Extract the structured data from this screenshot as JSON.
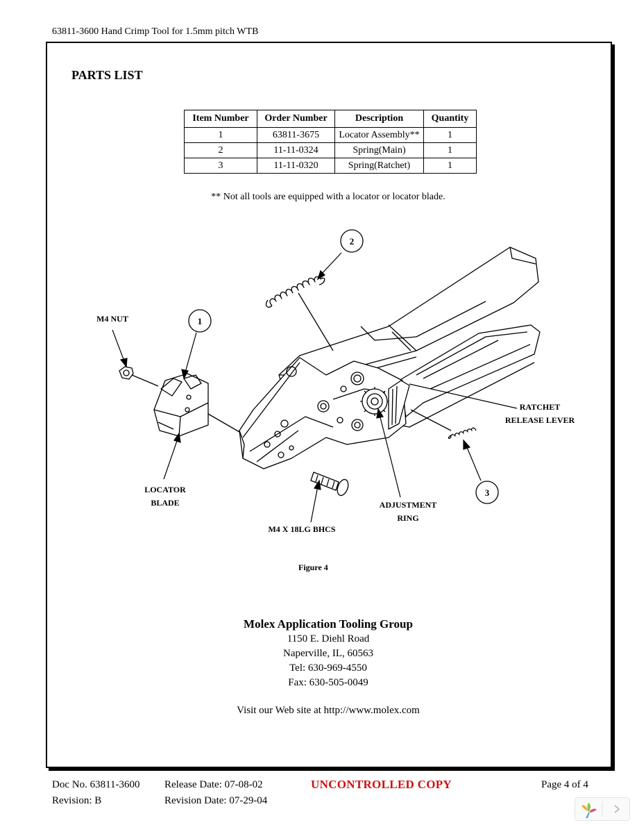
{
  "header": {
    "doc_title": "63811-3600 Hand Crimp Tool for 1.5mm pitch WTB"
  },
  "parts_list": {
    "heading": "PARTS LIST",
    "columns": [
      "Item Number",
      "Order Number",
      "Description",
      "Quantity"
    ],
    "rows": [
      {
        "item": "1",
        "order": "63811-3675",
        "description": "Locator Assembly**",
        "quantity": "1"
      },
      {
        "item": "2",
        "order": "11-11-0324",
        "description": "Spring(Main)",
        "quantity": "1"
      },
      {
        "item": "3",
        "order": "11-11-0320",
        "description": "Spring(Ratchet)",
        "quantity": "1"
      }
    ],
    "note": "** Not all tools are equipped with a locator or locator blade."
  },
  "figure": {
    "callouts": [
      "1",
      "2",
      "3"
    ],
    "labels": {
      "m4_nut": "M4 NUT",
      "locator_blade": [
        "LOCATOR",
        "BLADE"
      ],
      "bhcs": "M4 X 18LG BHCS",
      "adjustment_ring": [
        "ADJUSTMENT",
        "RING"
      ],
      "ratchet_release": [
        "RATCHET",
        "RELEASE LEVER"
      ]
    },
    "caption": "Figure 4"
  },
  "contact": {
    "org": "Molex Application Tooling Group",
    "address1": "1150 E. Diehl Road",
    "address2": "Naperville, IL, 60563",
    "tel": "Tel: 630-969-4550",
    "fax": "Fax: 630-505-0049",
    "web": "Visit our Web site at http://www.molex.com"
  },
  "footer": {
    "doc_no": "Doc No. 63811-3600",
    "revision": "Revision: B",
    "release_date": "Release Date: 07-08-02",
    "revision_date": "Revision Date: 07-29-04",
    "status": "UNCONTROLLED COPY",
    "page": "Page 4 of 4"
  },
  "colors": {
    "status_red": "#d01010"
  }
}
